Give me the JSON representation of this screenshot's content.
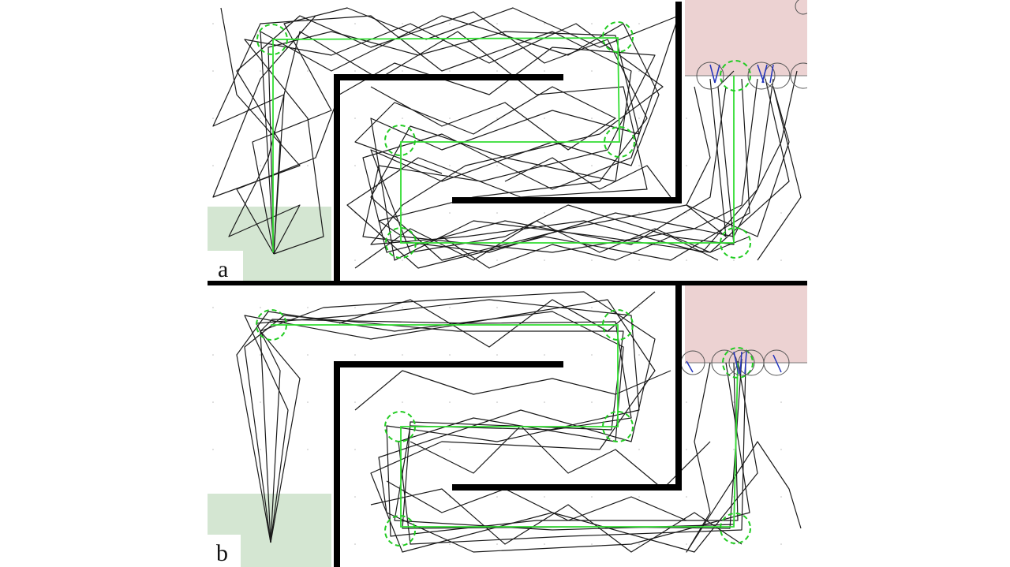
{
  "figure": {
    "panels": [
      {
        "id": "a",
        "label": "a"
      },
      {
        "id": "b",
        "label": "b"
      }
    ],
    "colors": {
      "background": "#ffffff",
      "wall": "#000000",
      "trajectory": "#1a1a1a",
      "planned_path": "#33dd33",
      "waypoint_circle": "#22cc22",
      "start_zone": "#d4e6d2",
      "goal_zone": "#ecd2d2",
      "goal_vectors": "#2233bb"
    },
    "legend_semantics": {
      "start_zone": "green-shaded-region",
      "goal_zone": "red-shaded-region",
      "waypoints": "dashed-green-circles",
      "planned_path": "green-polyline",
      "trajectories": "black-polylines"
    }
  }
}
